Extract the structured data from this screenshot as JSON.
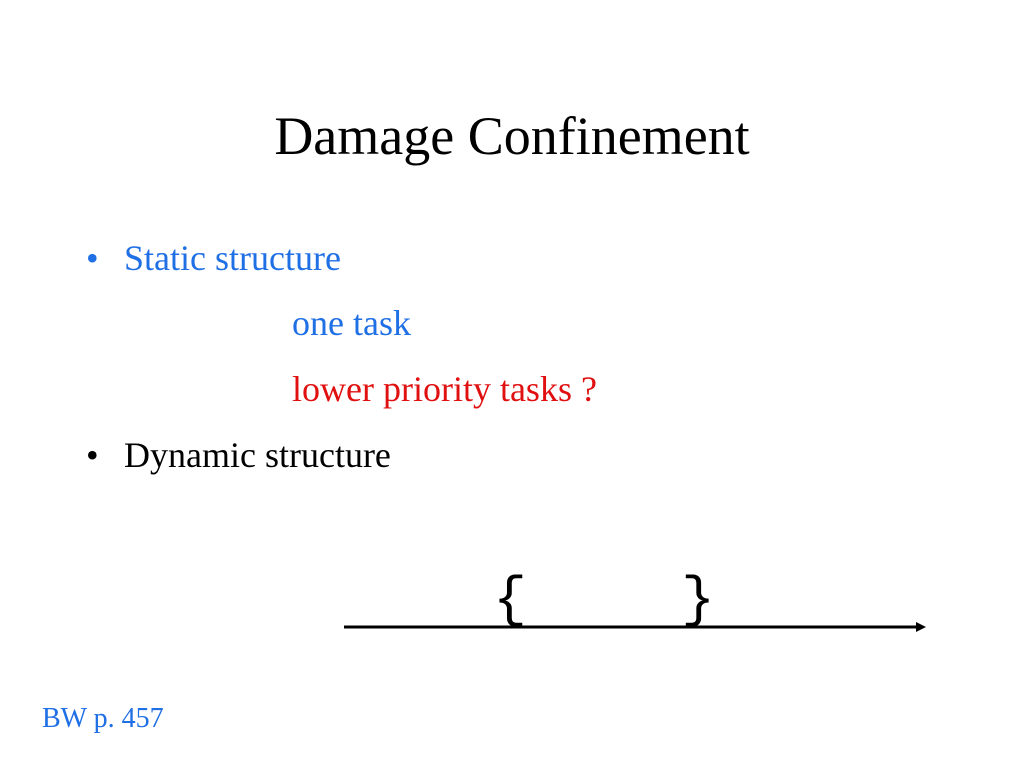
{
  "slide": {
    "title": "Damage Confinement",
    "bullets": [
      {
        "marker": "•",
        "text": "Static structure",
        "color": "#1f6fe5",
        "sub_items": [
          {
            "text": "one task",
            "color": "#1f6fe5"
          },
          {
            "text": "lower priority tasks ?",
            "color": "#e01010"
          }
        ]
      },
      {
        "marker": "•",
        "text": "Dynamic structure",
        "color": "#000000"
      }
    ],
    "diagram": {
      "open_brace": "{",
      "close_brace": "}"
    },
    "footnote": {
      "text": "BW p. 457",
      "color": "#1f6fe5"
    }
  }
}
